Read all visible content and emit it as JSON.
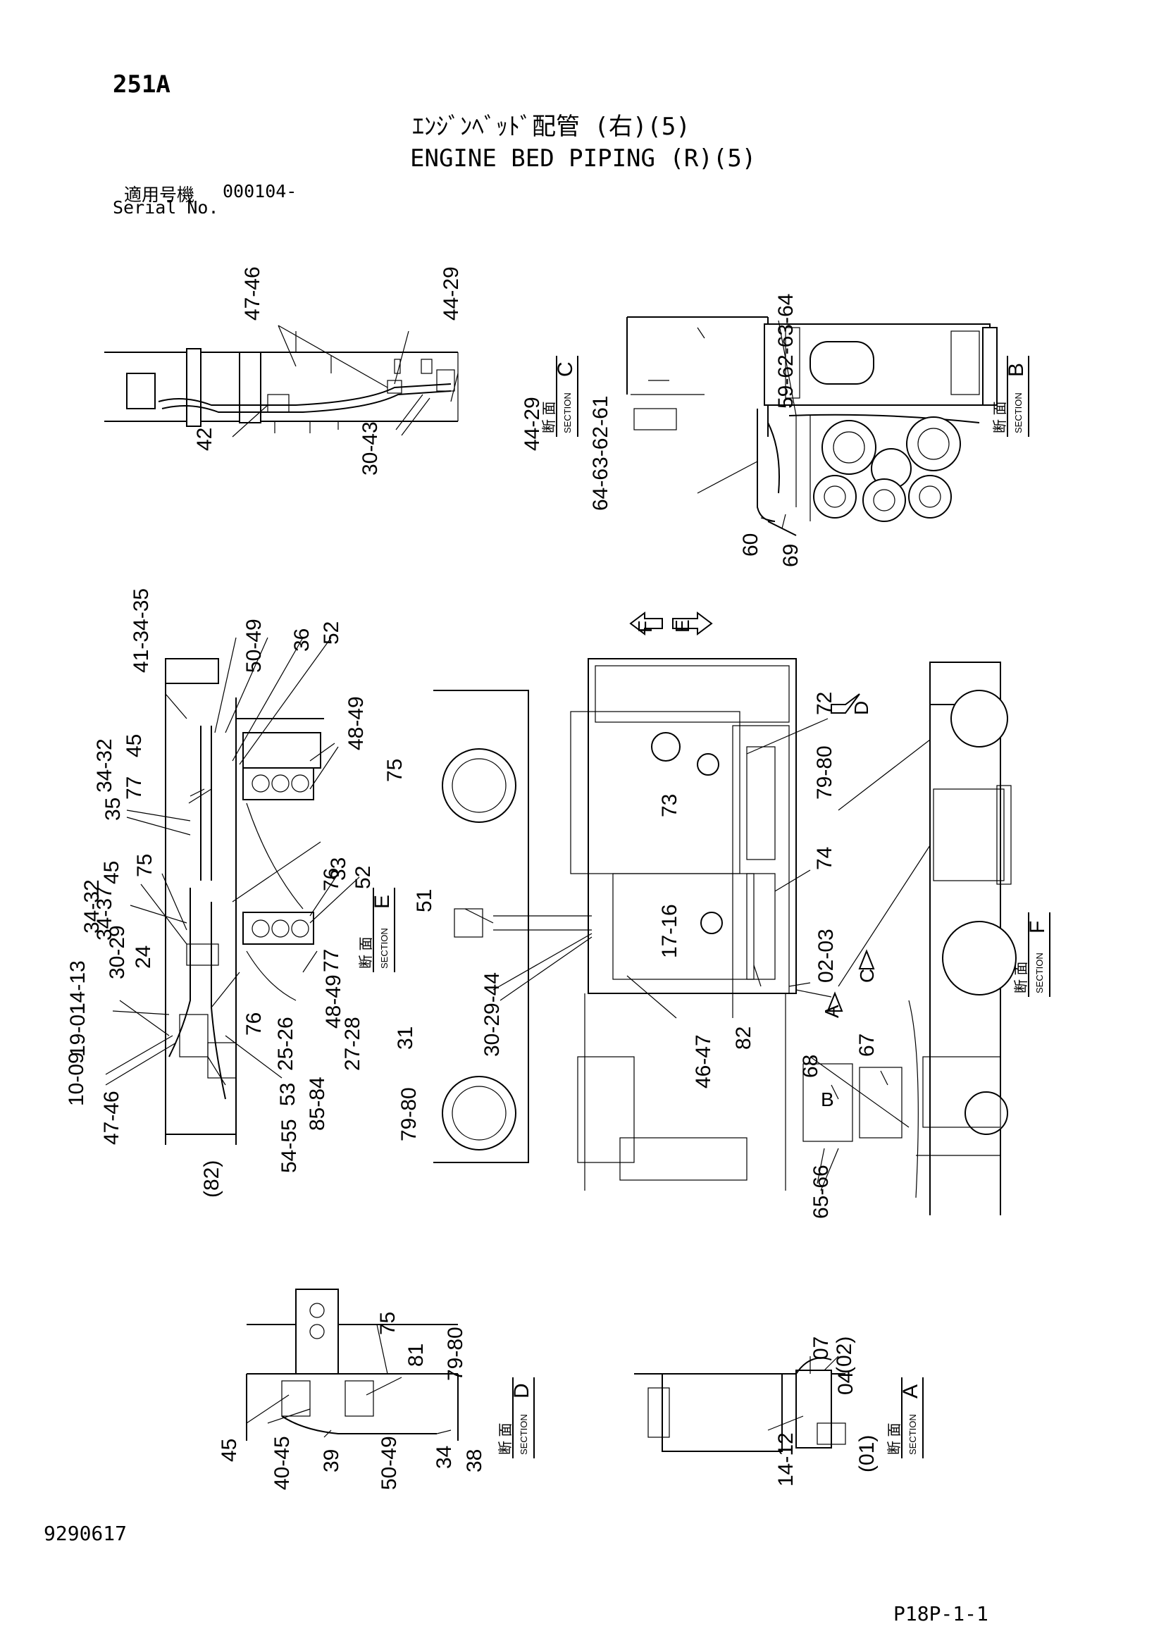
{
  "header": {
    "page_code": "251A",
    "title_jp": "ｴﾝｼﾞﾝﾍﾞｯﾄﾞ配管 (右)(5)",
    "title_en": "ENGINE BED PIPING (R)(5)",
    "serial_jp": "適用号機",
    "serial_value": "000104-",
    "serial_en": "Serial No."
  },
  "sections": [
    {
      "letter": "C",
      "jp": "断 面",
      "en": "SECTION"
    },
    {
      "letter": "B",
      "jp": "断 面",
      "en": "SECTION"
    },
    {
      "letter": "E",
      "jp": "断 面",
      "en": "SECTION"
    },
    {
      "letter": "F",
      "jp": "断 面",
      "en": "SECTION"
    },
    {
      "letter": "D",
      "jp": "断 面",
      "en": "SECTION"
    },
    {
      "letter": "A",
      "jp": "断 面",
      "en": "SECTION"
    }
  ],
  "view_markers": [
    "F",
    "E",
    "D",
    "C",
    "A",
    "B"
  ],
  "callouts": {
    "c_47_46": "47-46",
    "c_44_29_top": "44-29",
    "c_42": "42",
    "c_30_43": "30-43",
    "c_44_29_bot": "44-29",
    "c_59_64": "59-62-63-64",
    "c_64_61": "64-63-62-61",
    "c_60": "60",
    "c_69": "69",
    "c_41_35": "41-34-35",
    "c_50_49": "50-49",
    "c_36": "36",
    "c_52_top": "52",
    "c_48_49_top": "48-49",
    "c_75_top": "75",
    "c_45_top": "45",
    "c_34_32_top": "34-32",
    "c_77_top": "77",
    "c_35": "35",
    "c_76_top": "76",
    "c_33": "33",
    "c_52_mid": "52",
    "c_75_mid": "75",
    "c_45_mid": "45",
    "c_34_32_mid": "34-32",
    "c_34_37": "34-37",
    "c_77_mid": "77",
    "c_48_49_mid": "48-49",
    "c_30_29": "30-29",
    "c_24": "24",
    "c_14_13": "14-13",
    "c_19_01": "19-01",
    "c_76_low": "76",
    "c_25_26": "25-26",
    "c_27_28": "27-28",
    "c_31": "31",
    "c_10_09": "10-09",
    "c_53": "53",
    "c_85_84": "85-84",
    "c_79_80_low": "79-80",
    "c_47_46_left": "47-46",
    "c_54_55": "54-55",
    "c_82_paren": "(82)",
    "c_51": "51",
    "c_30_29_44": "30-29-44",
    "c_46_47": "46-47",
    "c_17_16": "17-16",
    "c_82": "82",
    "c_73": "73",
    "c_72": "72",
    "c_79_80_mid": "79-80",
    "c_74": "74",
    "c_02_03": "02-03",
    "c_68": "68",
    "c_67": "67",
    "c_65_66": "65-66",
    "c_75_bot": "75",
    "c_81": "81",
    "c_79_80_bot": "79-80",
    "c_45_bot": "45",
    "c_40_45": "40-45",
    "c_39": "39",
    "c_50_49_bot": "50-49",
    "c_34": "34",
    "c_38": "38",
    "c_07": "07",
    "c_02_paren": "(02)",
    "c_04": "04",
    "c_14_12": "14-12",
    "c_01_paren": "(01)"
  },
  "footer": {
    "doc_number": "9290617",
    "page_ref": "P18P-1-1"
  }
}
